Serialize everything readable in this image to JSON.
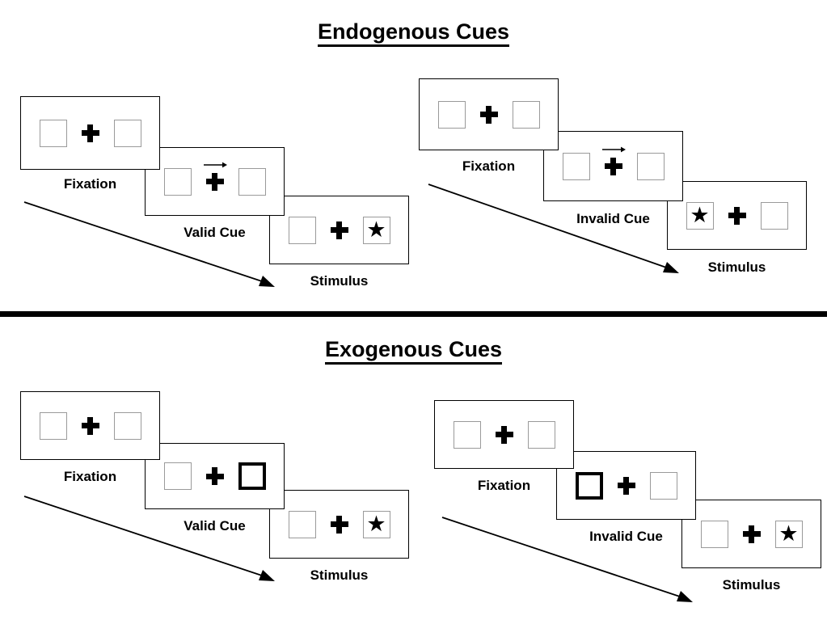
{
  "figure": {
    "sections": [
      {
        "id": "endogenous",
        "title": "Endogenous Cues",
        "cue_type": "central-arrow",
        "sequences": [
          {
            "id": "endogenous-valid",
            "trial_type": "valid",
            "frames": [
              {
                "id": "fixation",
                "label": "Fixation",
                "left_box": "empty",
                "right_box": "empty",
                "center": "plus",
                "cue": "none"
              },
              {
                "id": "valid-cue",
                "label": "Valid Cue",
                "left_box": "empty",
                "right_box": "empty",
                "center": "plus",
                "cue": "arrow-right-icon"
              },
              {
                "id": "stimulus",
                "label": "Stimulus",
                "left_box": "empty",
                "right_box": "star",
                "center": "plus",
                "cue": "none"
              }
            ]
          },
          {
            "id": "endogenous-invalid",
            "trial_type": "invalid",
            "frames": [
              {
                "id": "fixation",
                "label": "Fixation",
                "left_box": "empty",
                "right_box": "empty",
                "center": "plus",
                "cue": "none"
              },
              {
                "id": "invalid-cue",
                "label": "Invalid Cue",
                "left_box": "empty",
                "right_box": "empty",
                "center": "plus",
                "cue": "arrow-right-icon"
              },
              {
                "id": "stimulus",
                "label": "Stimulus",
                "left_box": "star",
                "right_box": "empty",
                "center": "plus",
                "cue": "none"
              }
            ]
          }
        ]
      },
      {
        "id": "exogenous",
        "title": "Exogenous Cues",
        "cue_type": "peripheral-flash",
        "sequences": [
          {
            "id": "exogenous-valid",
            "trial_type": "valid",
            "frames": [
              {
                "id": "fixation",
                "label": "Fixation",
                "left_box": "empty",
                "right_box": "empty",
                "center": "plus",
                "cue": "none"
              },
              {
                "id": "valid-cue",
                "label": "Valid Cue",
                "left_box": "empty",
                "right_box": "thick",
                "center": "plus",
                "cue": "none"
              },
              {
                "id": "stimulus",
                "label": "Stimulus",
                "left_box": "empty",
                "right_box": "star",
                "center": "plus",
                "cue": "none"
              }
            ]
          },
          {
            "id": "exogenous-invalid",
            "trial_type": "invalid",
            "frames": [
              {
                "id": "fixation",
                "label": "Fixation",
                "left_box": "empty",
                "right_box": "empty",
                "center": "plus",
                "cue": "none"
              },
              {
                "id": "invalid-cue",
                "label": "Invalid Cue",
                "left_box": "thick",
                "right_box": "empty",
                "center": "plus",
                "cue": "none"
              },
              {
                "id": "stimulus",
                "label": "Stimulus",
                "left_box": "empty",
                "right_box": "star",
                "center": "plus",
                "cue": "none"
              }
            ]
          }
        ]
      }
    ],
    "time_arrows": [
      {
        "id": "time-arrow-endogenous-valid",
        "meaning": "time"
      },
      {
        "id": "time-arrow-endogenous-invalid",
        "meaning": "time"
      },
      {
        "id": "time-arrow-exogenous-valid",
        "meaning": "time"
      },
      {
        "id": "time-arrow-exogenous-invalid",
        "meaning": "time"
      }
    ],
    "colors": {
      "background": "#ffffff",
      "ink": "#000000",
      "placeholder_box_border": "#9a9a9a",
      "panel_border": "#000000"
    },
    "glyphs": {
      "star": "★",
      "plus": "plus-icon",
      "arrow_right": "→"
    }
  }
}
